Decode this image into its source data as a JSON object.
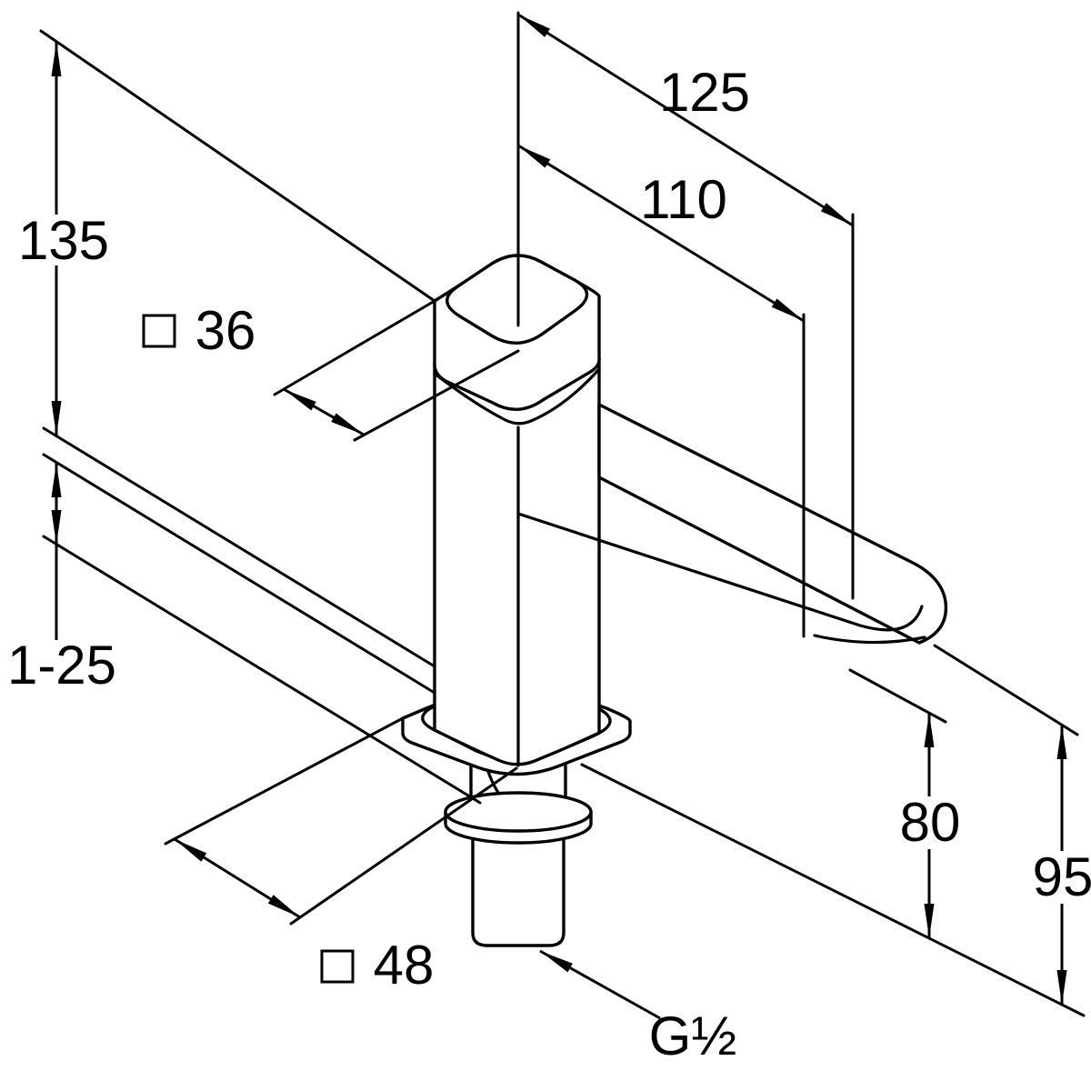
{
  "labels": {
    "height_total": "135",
    "projection_total": "125",
    "projection_outlet": "110",
    "body_width": "36",
    "deck_thickness": "1-25",
    "outlet_height": "80",
    "spout_height": "95",
    "base_width": "48",
    "thread_size": "G½"
  }
}
